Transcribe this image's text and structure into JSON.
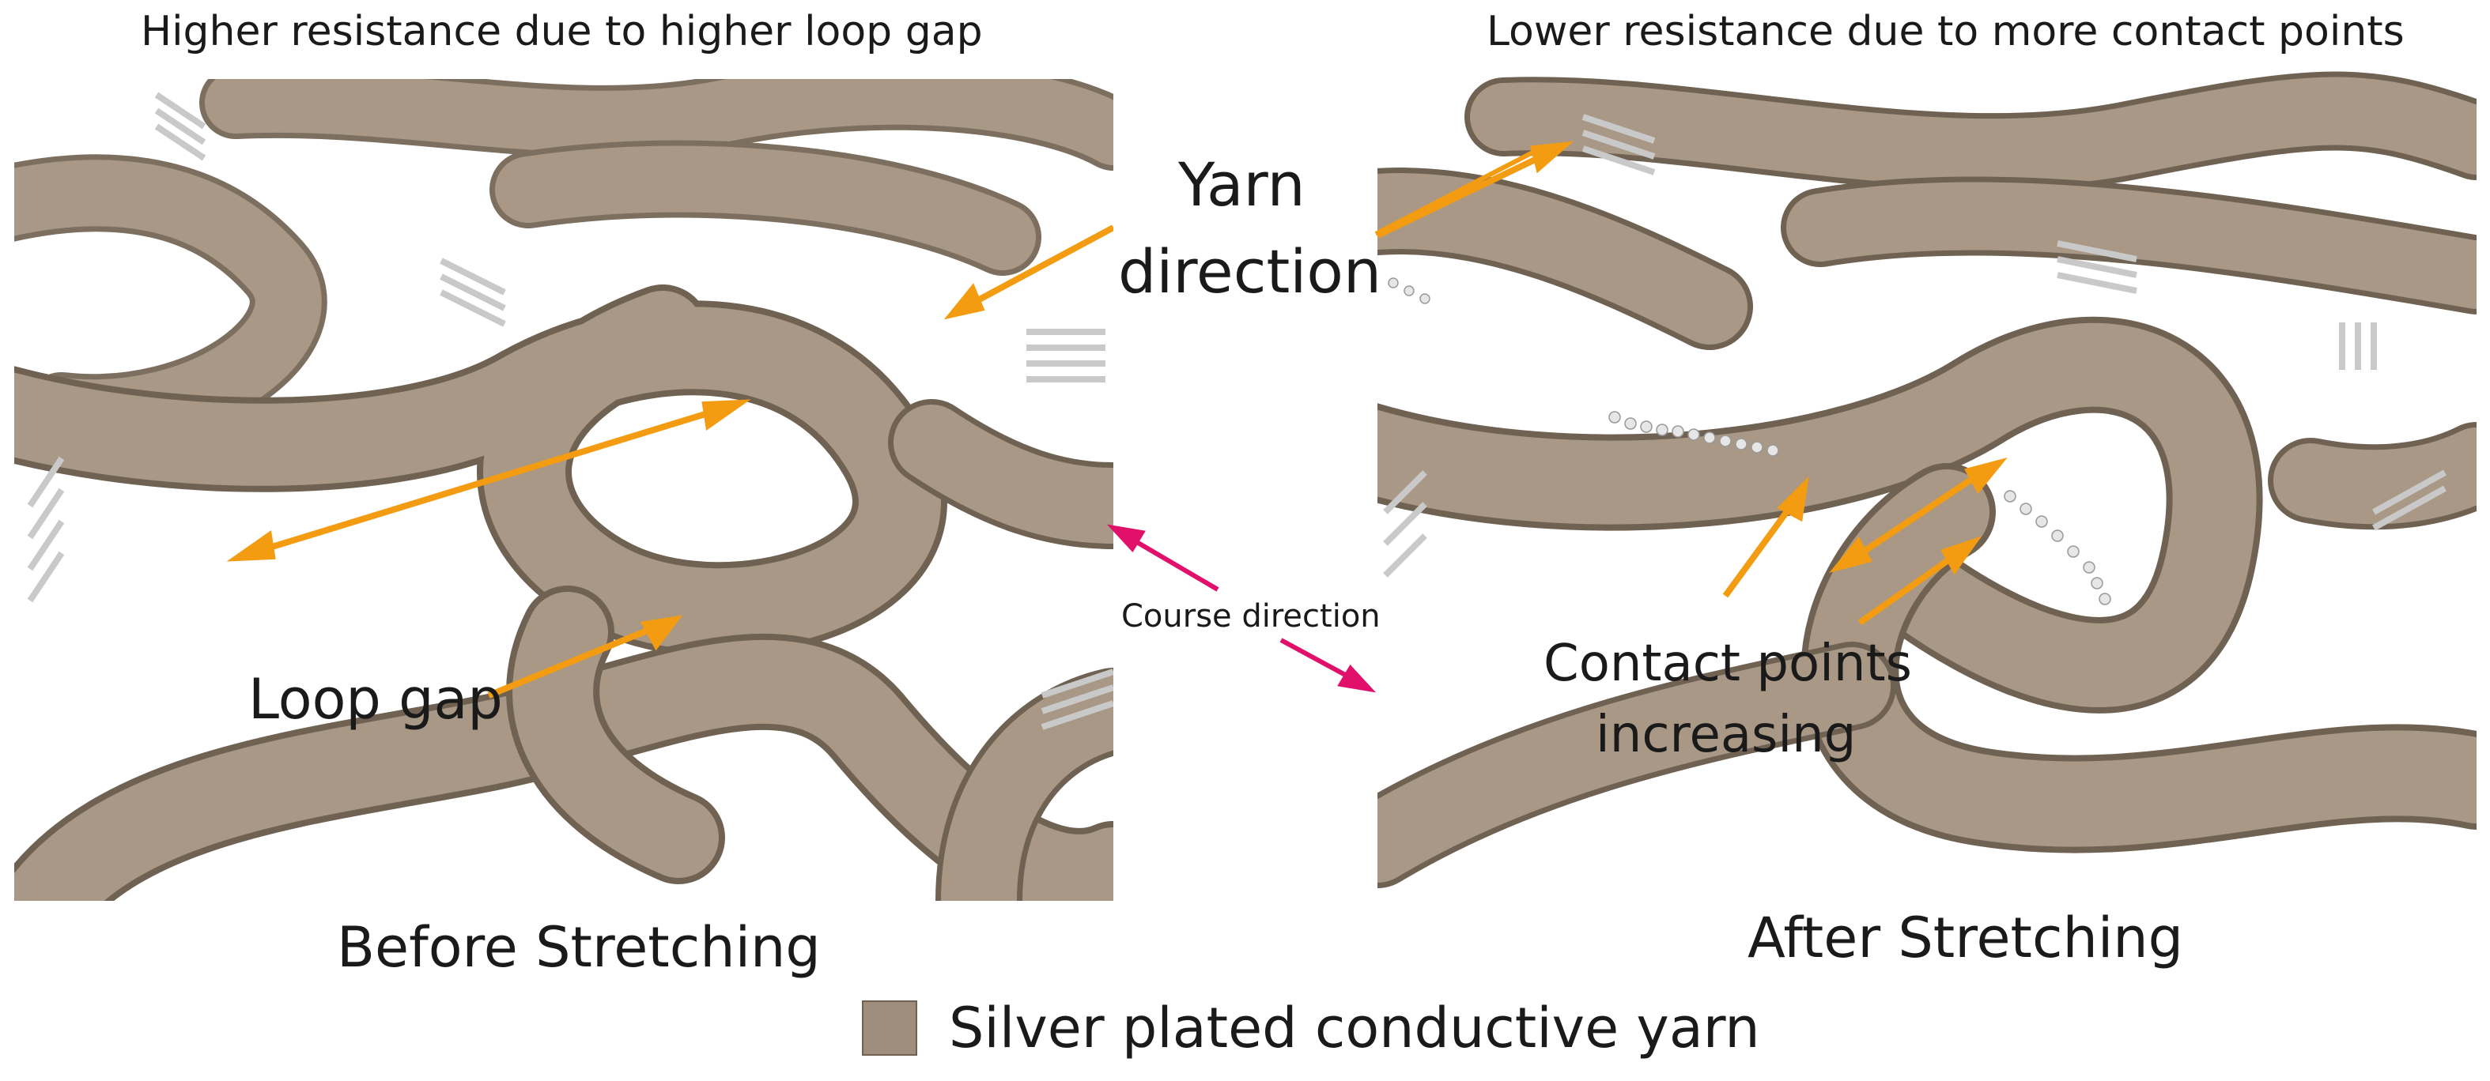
{
  "titles": {
    "left": "Higher resistance due to higher loop gap",
    "right": "Lower resistance due to more contact points"
  },
  "captions": {
    "left": "Before Stretching",
    "right": "After Stretching"
  },
  "annotations": {
    "yarn_direction_line1": "Yarn",
    "yarn_direction_line2": "direction",
    "course_direction": "Course direction",
    "loop_gap": "Loop gap",
    "contact_line1": "Contact points",
    "contact_line2": "increasing"
  },
  "legend": {
    "label": "Silver plated conductive yarn",
    "color": "#9e8e7b"
  },
  "colors": {
    "arrow_orange": "#f39c12",
    "arrow_magenta": "#e0106b",
    "yarn_fill": "#a89885",
    "yarn_edge": "#6f6253"
  }
}
